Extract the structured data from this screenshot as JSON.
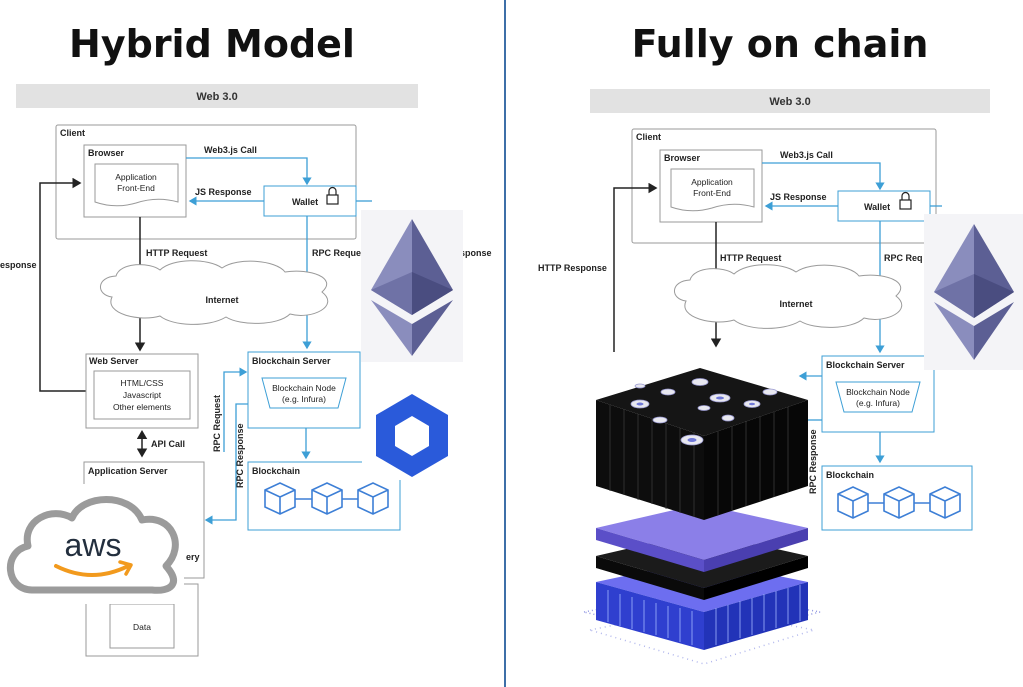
{
  "left": {
    "title": "Hybrid Model",
    "band": "Web 3.0",
    "client": "Client",
    "browser": "Browser",
    "app_frontend_1": "Application",
    "app_frontend_2": "Front-End",
    "web3_call": "Web3.js Call",
    "js_response": "JS Response",
    "wallet": "Wallet",
    "http_request": "HTTP Request",
    "rpc_request_top": "RPC Reque",
    "response_right": "sponse",
    "http_response_left": "esponse",
    "internet": "Internet",
    "web_server": "Web Server",
    "ws_line1": "HTML/CSS",
    "ws_line2": "Javascript",
    "ws_line3": "Other elements",
    "api_call": "API Call",
    "app_server": "Application Server",
    "blockchain_server": "Blockchain Server",
    "node_line1": "Blockchain Node",
    "node_line2": "(e.g. Infura)",
    "rpc_request_vert": "RPC Request",
    "rpc_response_vert": "RPC Response",
    "blockchain": "Blockchain",
    "query": "ery",
    "data": "Data",
    "aws": "aws"
  },
  "right": {
    "title": "Fully on chain",
    "band": "Web 3.0",
    "client": "Client",
    "browser": "Browser",
    "app_frontend_1": "Application",
    "app_frontend_2": "Front-End",
    "web3_call": "Web3.js Call",
    "js_response": "JS Response",
    "wallet": "Wallet",
    "http_response": "HTTP Response",
    "http_request": "HTTP Request",
    "rpc_request_top": "RPC Req",
    "internet": "Internet",
    "blockchain_server": "Blockchain Server",
    "node_line1": "Blockchain Node",
    "node_line2": "(e.g. Infura)",
    "rpc_response_vert": "RPC Response",
    "blockchain": "Blockchain"
  },
  "colors": {
    "accent_blue": "#3d9fd6",
    "band_gray": "#e2e2e2",
    "chainlink_blue": "#2a5ada",
    "ethereum_purple": "#6b6fa6",
    "aws_orange": "#f29a1d",
    "divider": "#3d6fa8"
  }
}
